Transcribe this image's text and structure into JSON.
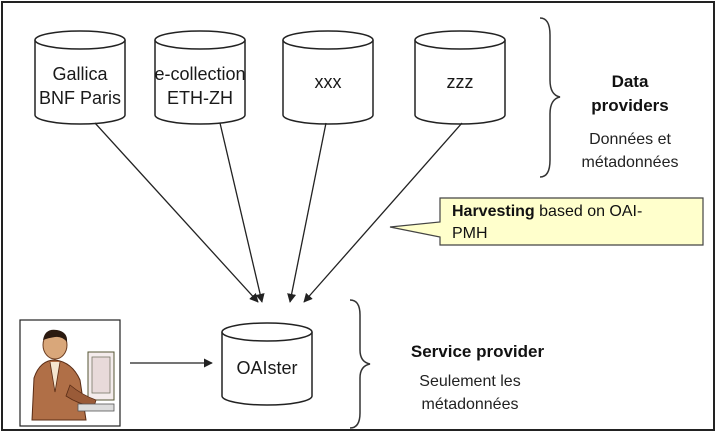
{
  "data_providers": {
    "items": [
      {
        "line1": "Gallica",
        "line2": "BNF Paris"
      },
      {
        "line1": "e-collection",
        "line2": "ETH-ZH"
      },
      {
        "line1": "xxx",
        "line2": ""
      },
      {
        "line1": "zzz",
        "line2": ""
      }
    ],
    "title_line1": "Data",
    "title_line2": "providers",
    "subtitle_line1": "Données et",
    "subtitle_line2": "métadonnées"
  },
  "harvesting": {
    "bold": "Harvesting",
    "rest_line1": " based on OAI-",
    "line2": "PMH"
  },
  "service_provider": {
    "db_label": "OAIster",
    "title": "Service provider",
    "subtitle_line1": "Seulement les",
    "subtitle_line2": "métadonnées"
  },
  "colors": {
    "callout_fill": "#ffffcc",
    "line": "#222222"
  },
  "icons": {
    "user": "person-at-computer-clipart"
  }
}
